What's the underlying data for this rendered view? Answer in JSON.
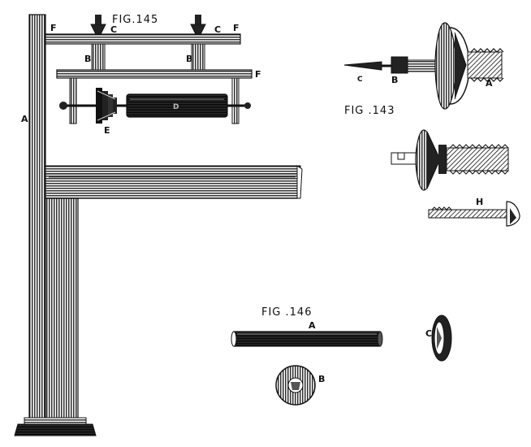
{
  "figures": {
    "fig145": {
      "title": "FIG.145",
      "labels": {
        "A": "A",
        "B1": "B",
        "B2": "B",
        "C1": "C",
        "C2": "C",
        "F1": "F",
        "F2": "F",
        "F3": "F",
        "D": "D",
        "E": "E"
      }
    },
    "fig143": {
      "title": "FIG .143",
      "labels": {
        "A": "A",
        "B": "B",
        "C": "C",
        "H": "H"
      }
    },
    "fig146": {
      "title": "FIG .146",
      "labels": {
        "A": "A",
        "B": "B",
        "C": "C"
      }
    }
  }
}
